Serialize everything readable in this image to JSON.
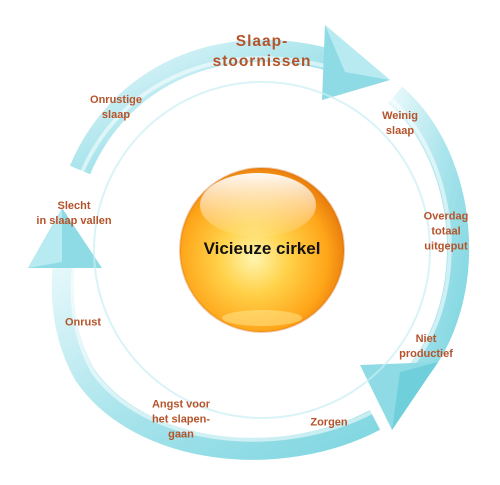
{
  "center": {
    "title": "Vicieuze cirkel"
  },
  "cycle": [
    {
      "id": "slaapstoornissen",
      "lines": [
        "Slaap-",
        "stoornissen"
      ]
    },
    {
      "id": "weinig-slaap",
      "lines": [
        "Weinig",
        "slaap"
      ]
    },
    {
      "id": "overdag-totaal-uitgeput",
      "lines": [
        "Overdag",
        "totaal",
        "uitgeput"
      ]
    },
    {
      "id": "niet-productief",
      "lines": [
        "Niet",
        "productief"
      ]
    },
    {
      "id": "zorgen",
      "lines": [
        "Zorgen"
      ]
    },
    {
      "id": "angst-voor-het-slapengaan",
      "lines": [
        "Angst voor",
        "het slapen-",
        "gaan"
      ]
    },
    {
      "id": "onrust",
      "lines": [
        "Onrust"
      ]
    },
    {
      "id": "slecht-in-slaap-vallen",
      "lines": [
        "Slecht",
        "in slaap vallen"
      ]
    },
    {
      "id": "onrustige-slaap",
      "lines": [
        "Onrustige",
        "slaap"
      ]
    }
  ],
  "colors": {
    "text": "#b5532a",
    "title": "#111111",
    "arrow_light": "#dff5f8",
    "arrow": "#9fe1ea",
    "arrow_dark": "#6fcfdb",
    "sphere_core": "#fff2a0",
    "sphere_mid": "#ffb01e",
    "sphere_edge": "#e2720a"
  },
  "icons": {
    "arrow": "circular-arrow",
    "sphere": "orange-sphere"
  }
}
